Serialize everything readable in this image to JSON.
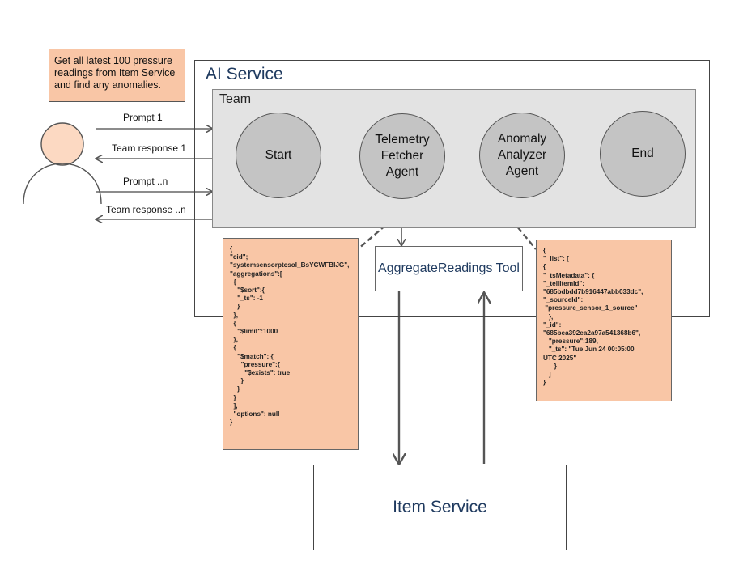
{
  "note": {
    "text": "Get all latest 100 pressure readings from Item Service and find any anomalies."
  },
  "ai_service": {
    "title": "AI Service"
  },
  "team": {
    "title": "Team",
    "nodes": {
      "start": "Start",
      "telemetry": "Telemetry\nFetcher\nAgent",
      "anomaly": "Anomaly\nAnalyzer\nAgent",
      "end": "End"
    }
  },
  "flows": {
    "prompt_1": "Prompt  1",
    "response_1": "Team response 1",
    "prompt_n": "Prompt  ..n",
    "response_n": "Team response ..n"
  },
  "request_json": "{\n\"cid\";\n\"systemsensorptcsol_BsYCWFBIJG\",\n\"aggregations\":[\n  {\n    \"$sort\":{\n    \"_ts\": -1\n    }\n  },\n  {\n    \"$limit\":1000\n  },\n  {\n    \"$match\": {\n      \"pressure\":{\n        \"$exists\": true\n      }\n    }\n  }\n  ],\n  \"options\": null\n}",
  "response_json": "{\n\"_list\": [\n{\n\"_tsMetadata\": {\n\"_tellItemId\":\n\"685bdbdd7b916447abb033dc\",\n\"_sourceId\":\n \"pressure_sensor_1_source\"\n   },\n\"_id\":\n\"685bea392ea2a97a541368b6\",\n   \"pressure\":189,\n   \"_ts\": \"Tue Jun 24 00:05:00\nUTC 2025\"\n      }\n   ]\n}",
  "tool": {
    "label": "AggregateReadings Tool"
  },
  "item_service": {
    "label": "Item Service"
  }
}
